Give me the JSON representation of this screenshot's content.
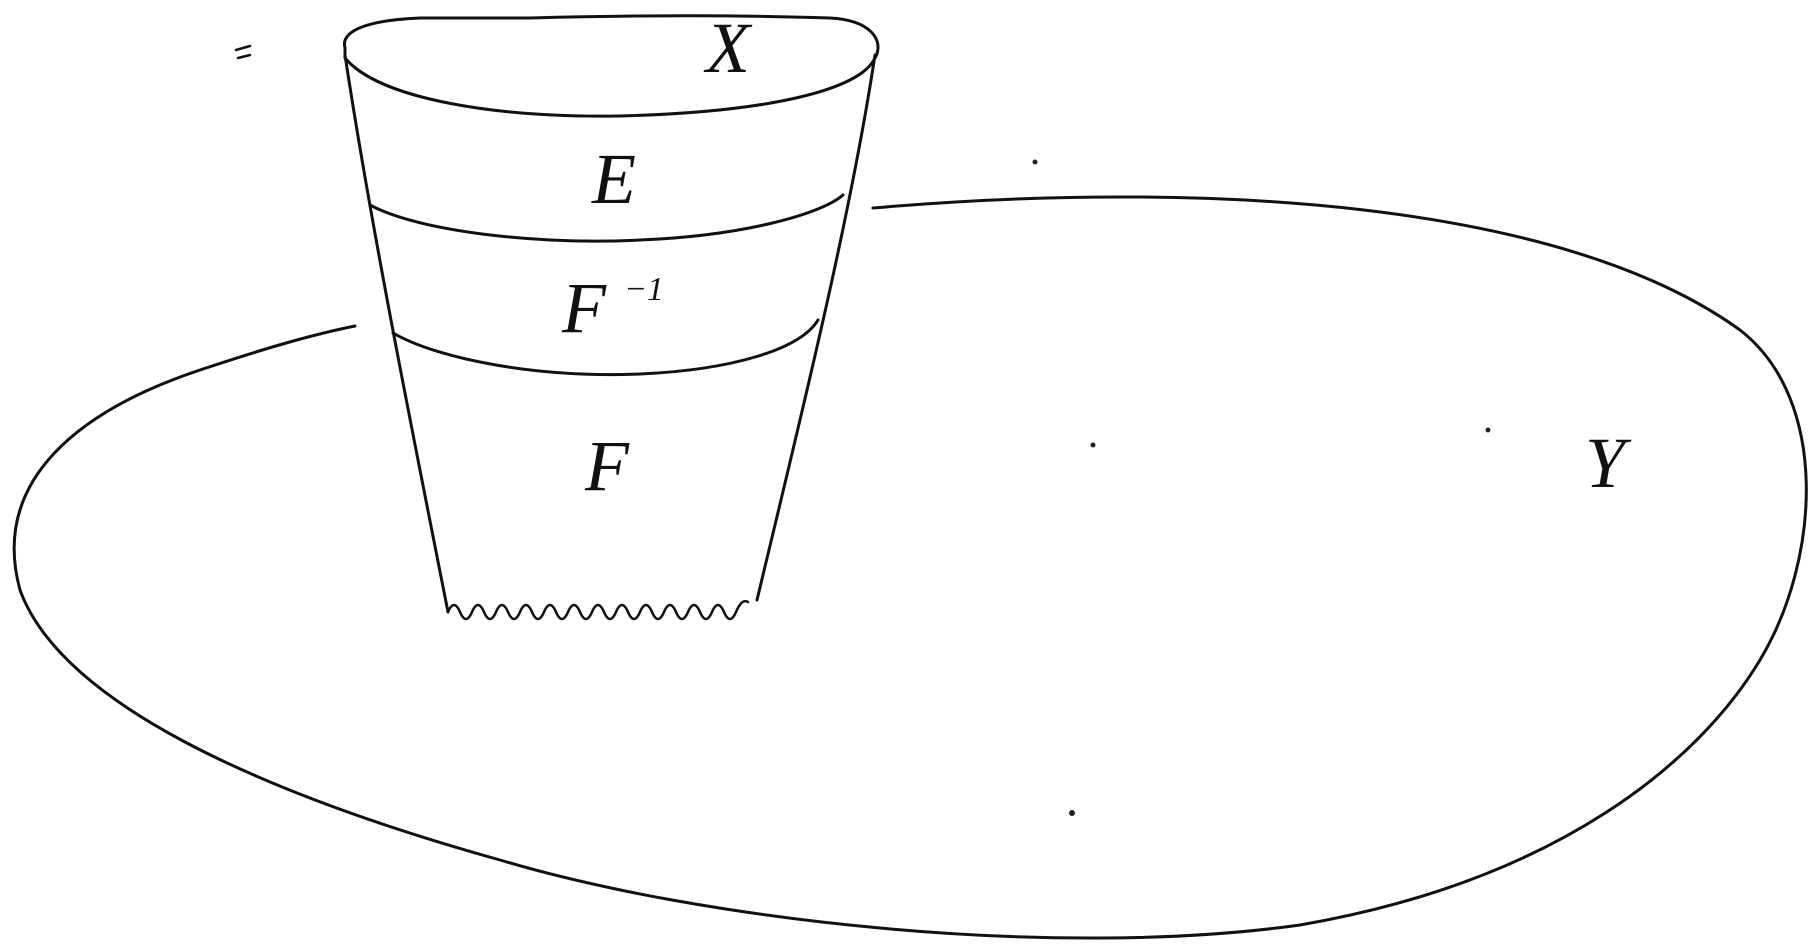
{
  "figure": {
    "labels": {
      "X": "X",
      "E": "E",
      "F_inverse_base": "F",
      "F_inverse_exponent": "−1",
      "F": "F",
      "Y": "Y"
    },
    "colors": {
      "ink": "#111111",
      "paper": "#ffffff"
    }
  }
}
